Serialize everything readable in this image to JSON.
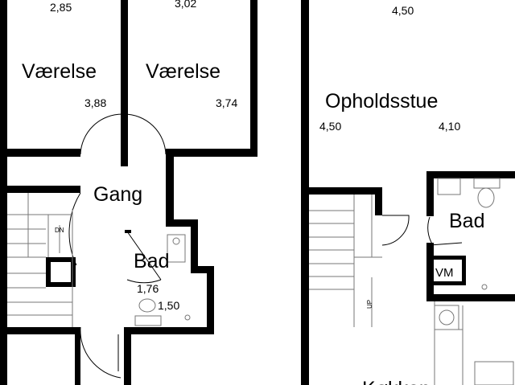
{
  "rooms": {
    "room1": {
      "name": "Værelse",
      "dim_top": "2,85",
      "dim_side": "3,88"
    },
    "room2": {
      "name": "Værelse",
      "dim_top": "3,02",
      "dim_side": "3,74"
    },
    "hall": {
      "name": "Gang"
    },
    "bath1": {
      "name": "Bad",
      "dim_a": "1,76",
      "dim_b": "1,50"
    },
    "living": {
      "name": "Opholdsstue",
      "dim_top": "4,50",
      "dim_left": "4,50",
      "dim_right": "4,10"
    },
    "bath2": {
      "name": "Bad"
    },
    "utility": {
      "name": "VM"
    },
    "kitchen": {
      "name": "Køkken"
    }
  },
  "stairs": {
    "left_label": "DN",
    "right_label": "UP"
  }
}
